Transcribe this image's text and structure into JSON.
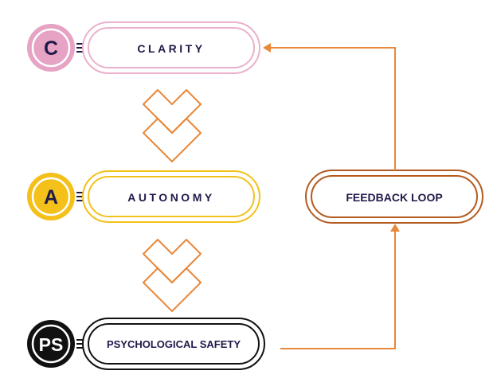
{
  "colors": {
    "clarity": "#eab1cc",
    "clarity_badge": "#e6a3c3",
    "autonomy": "#f2c21b",
    "autonomy_badge": "#f4c01a",
    "safety": "#111111",
    "feedback": "#b35a1f",
    "arrow": "#e8883a",
    "text": "#1f1a4a"
  },
  "steps": [
    {
      "badge": "C",
      "label": "CLARITY"
    },
    {
      "badge": "A",
      "label": "AUTONOMY"
    },
    {
      "badge": "PS",
      "label": "PSYCHOLOGICAL SAFETY"
    }
  ],
  "feedback": {
    "label": "FEEDBACK LOOP"
  }
}
